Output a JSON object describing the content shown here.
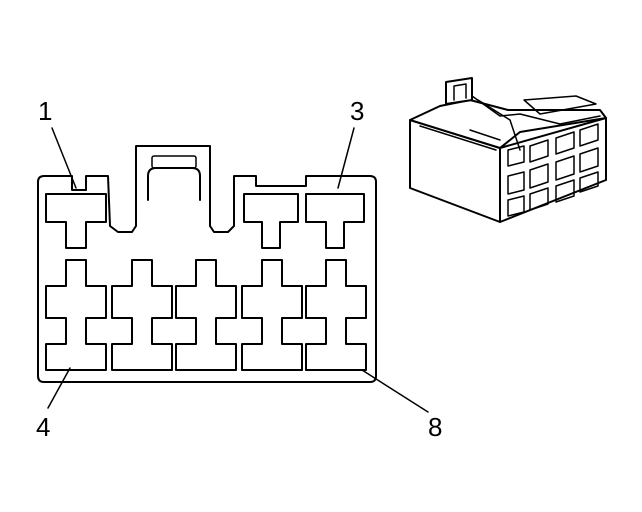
{
  "labels": {
    "pin_top_left": "1",
    "pin_top_right": "3",
    "pin_bottom_left": "4",
    "pin_bottom_right": "8"
  }
}
